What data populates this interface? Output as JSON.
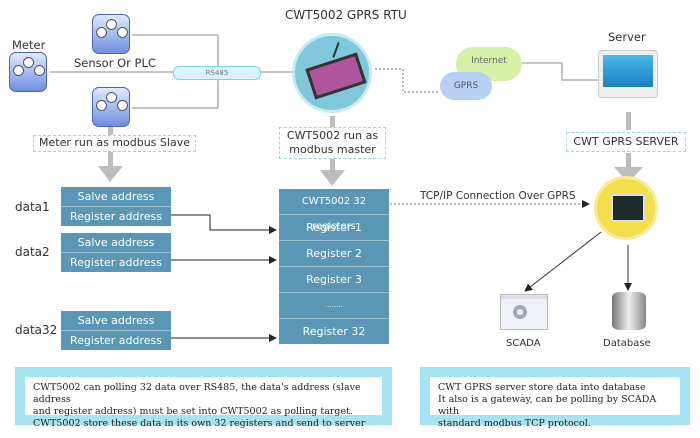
{
  "title": "CWT5002 GPRS RTU",
  "devices": {
    "meter_label": "Meter",
    "sensor_label": "Sensor Or PLC",
    "rs485_label": "RS485",
    "server_label": "Server",
    "internet_label": "Internet",
    "gprs_label": "GPRS"
  },
  "callouts": {
    "slave": "Meter run as modbus Slave",
    "master_line1": "CWT5002 run as",
    "master_line2": "modbus master",
    "server": "CWT GPRS SERVER"
  },
  "data_blocks": [
    {
      "label": "data1",
      "slave": "Salve address",
      "register": "Register address"
    },
    {
      "label": "data2",
      "slave": "Salve address",
      "register": "Register address"
    },
    {
      "label": "data32",
      "slave": "Salve address",
      "register": "Register address"
    }
  ],
  "registers": {
    "header": "CWT5002 32 registers",
    "items": [
      "Register 1",
      "Register 2",
      "Register 3",
      "........",
      "Register 32"
    ]
  },
  "connection_label": "TCP/IP Connection Over GPRS",
  "outputs": {
    "scada": "SCADA",
    "database": "Database"
  },
  "notes": {
    "left": [
      "CWT5002 can polling 32 data over RS485, the data's address (slave address",
      "and register address) must be set into CWT5002 as polling target.",
      "CWT5002 store these data in its own 32 registers and send to server"
    ],
    "right": [
      "CWT GPRS server store data into database",
      "It also is a gateway, can be polling by SCADA with",
      "standard modbus TCP protocol."
    ]
  },
  "colors": {
    "block_blue": "#5a97b5",
    "note_border": "#a6e3f3",
    "server_circle": "#f2df4a",
    "rtu_circle": "#7fc8dc"
  }
}
